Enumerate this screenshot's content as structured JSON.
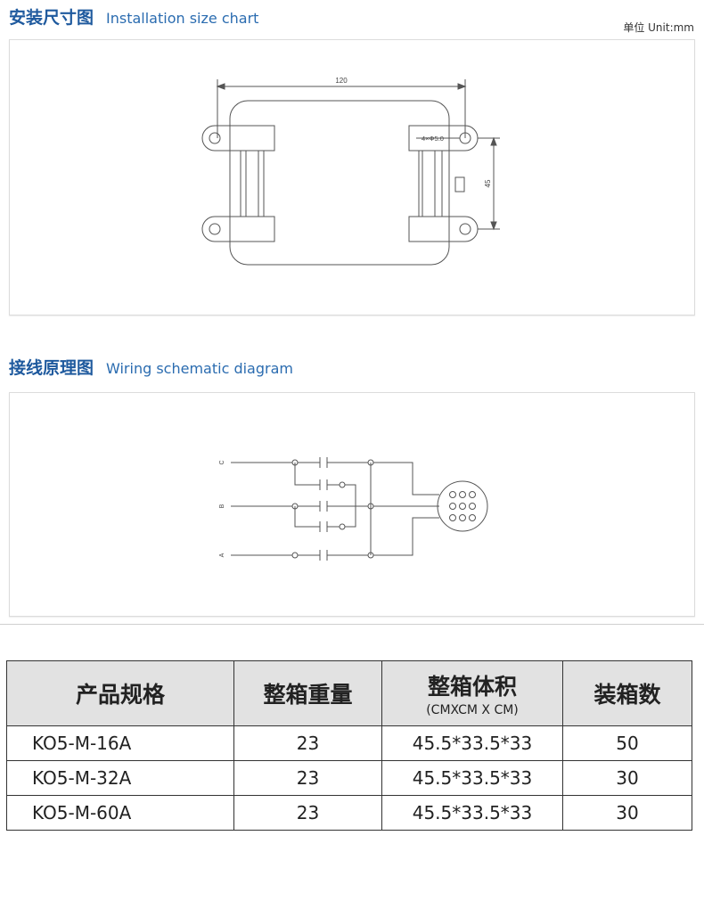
{
  "section1": {
    "title_zh": "安装尺寸图",
    "title_en": "Installation size chart",
    "unit": "单位 Unit:mm"
  },
  "drawing1": {
    "width_dim": "120",
    "hole_label": "4×Φ5.0",
    "height_dim": "45"
  },
  "section2": {
    "title_zh": "接线原理图",
    "title_en": "Wiring schematic diagram"
  },
  "drawing2": {
    "label_c": "C",
    "label_b": "B",
    "label_a": "A"
  },
  "table": {
    "headers": {
      "spec": "产品规格",
      "weight": "整箱重量",
      "volume": "整箱体积",
      "volume_unit": "(CMXCM X CM)",
      "count": "装箱数"
    },
    "rows": [
      {
        "spec": "KO5-M-16A",
        "weight": "23",
        "volume": "45.5*33.5*33",
        "count": "50"
      },
      {
        "spec": "KO5-M-32A",
        "weight": "23",
        "volume": "45.5*33.5*33",
        "count": "30"
      },
      {
        "spec": "KO5-M-60A",
        "weight": "23",
        "volume": "45.5*33.5*33",
        "count": "30"
      }
    ]
  }
}
